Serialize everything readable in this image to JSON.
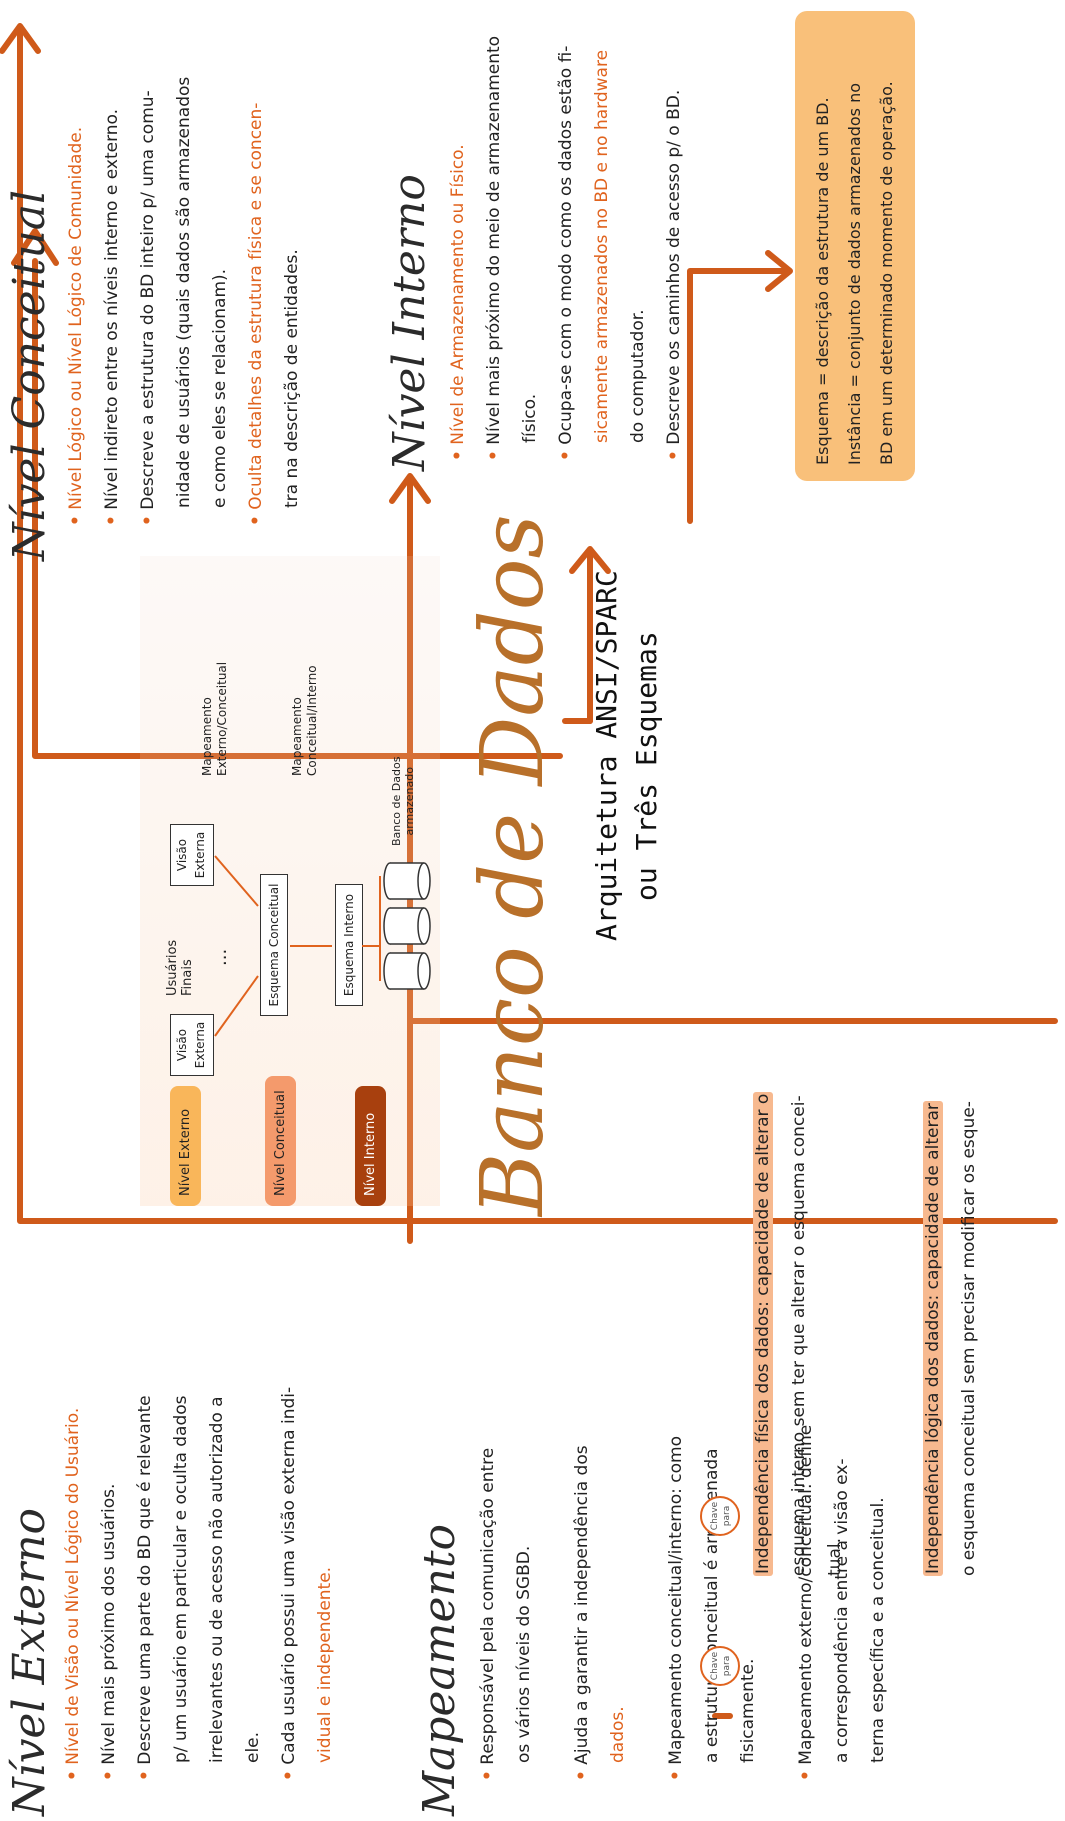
{
  "externo": {
    "title": "Nível Externo",
    "l1": "Nível de Visão ou Nível Lógico do Usuário.",
    "l2": "Nível mais próximo dos usuários.",
    "l3a": "Descreve uma parte do BD que é relevante",
    "l3b": "p/ um usuário em particular e oculta dados",
    "l3c": "irrelevantes ou de acesso não autorizado a",
    "l3d": "ele.",
    "l4a": "Cada usuário possui uma visão externa indi-",
    "l4b": "vidual e independente."
  },
  "mapeamento": {
    "title": "Mapeamento",
    "l1a": "Responsável pela comunicação entre",
    "l1b": "os vários níveis do SGBD.",
    "l2a": "Ajuda a garantir a independência dos",
    "l2b": "dados.",
    "m1a": "Mapeamento conceitual/interno: como",
    "m1b": "a estrutura conceitual é armazenada",
    "m1c": "fisicamente.",
    "m2a": "Mapeamento externo/conceitual: define",
    "m2b": "a correspondência entre a visão ex-",
    "m2c": "terna específica e a conceitual."
  },
  "chave": {
    "label1": "Chave",
    "label2": "para"
  },
  "indep": {
    "f1": "Independência física dos dados: capacidade de alterar o",
    "f2": "esquema interno sem ter que alterar o esquema concei-",
    "f3": "tual.",
    "g1": "Independência lógica dos dados: capacidade de alterar",
    "g2": "o esquema conceitual sem precisar modificar os esque-"
  },
  "center": {
    "title": "Banco de Dados",
    "sub1": "Arquitetura ANSI/SPARC",
    "sub2": "ou Três Esquemas"
  },
  "diagram": {
    "tag_externo": "Nível Externo",
    "tag_conceitual": "Nível Conceitual",
    "tag_interno": "Nível Interno",
    "usuarios": "Usuários",
    "finais": "Finais",
    "dots": "...",
    "visao1a": "Visão",
    "visao1b": "Externa",
    "visao2a": "Visão",
    "visao2b": "Externa",
    "esquema_conceitual": "Esquema Conceitual",
    "esquema_interno": "Esquema Interno",
    "map_ext1": "Mapeamento",
    "map_ext2": "Externo/Conceitual",
    "map_int1": "Mapeamento",
    "map_int2": "Conceitual/Interno",
    "bd1": "Banco de Dados",
    "bd2": "armazenado"
  },
  "conceitual": {
    "title": "Nível Conceitual",
    "l1": "Nível Lógico ou Nível Lógico de Comunidade.",
    "l2": "Nível indireto entre os níveis interno e externo.",
    "l3a": "Descreve a estrutura do BD inteiro p/ uma comu-",
    "l3b": "nidade de usuários (quais dados são armazenados",
    "l3c": "e como eles se relacionam).",
    "l4a": "Oculta detalhes da estrutura física e se concen-",
    "l4b": "tra na descrição de entidades."
  },
  "interno": {
    "title": "Nível Interno",
    "l1": "Nível de Armazenamento ou Físico.",
    "l2a": "Nível mais próximo do meio de armazenamento",
    "l2b": "físico.",
    "l3a": "Ocupa-se com o modo como os dados estão fi-",
    "l3b": "sicamente armazenados no BD e no hardware",
    "l3c": "do computador.",
    "l4": "Descreve os caminhos de acesso p/ o BD."
  },
  "note": {
    "l1": "Esquema = descrição da estrutura de um BD.",
    "l2": "Instância = conjunto de dados armazenados no",
    "l3": "BD em um determinado momento de operação."
  },
  "colors": {
    "accent": "#e0631e",
    "line": "#cf5a1a",
    "note_bg": "#f9c07a",
    "tag_light": "#f9b65a",
    "tag_mid": "#f49a6c",
    "tag_dark": "#a8400e"
  }
}
